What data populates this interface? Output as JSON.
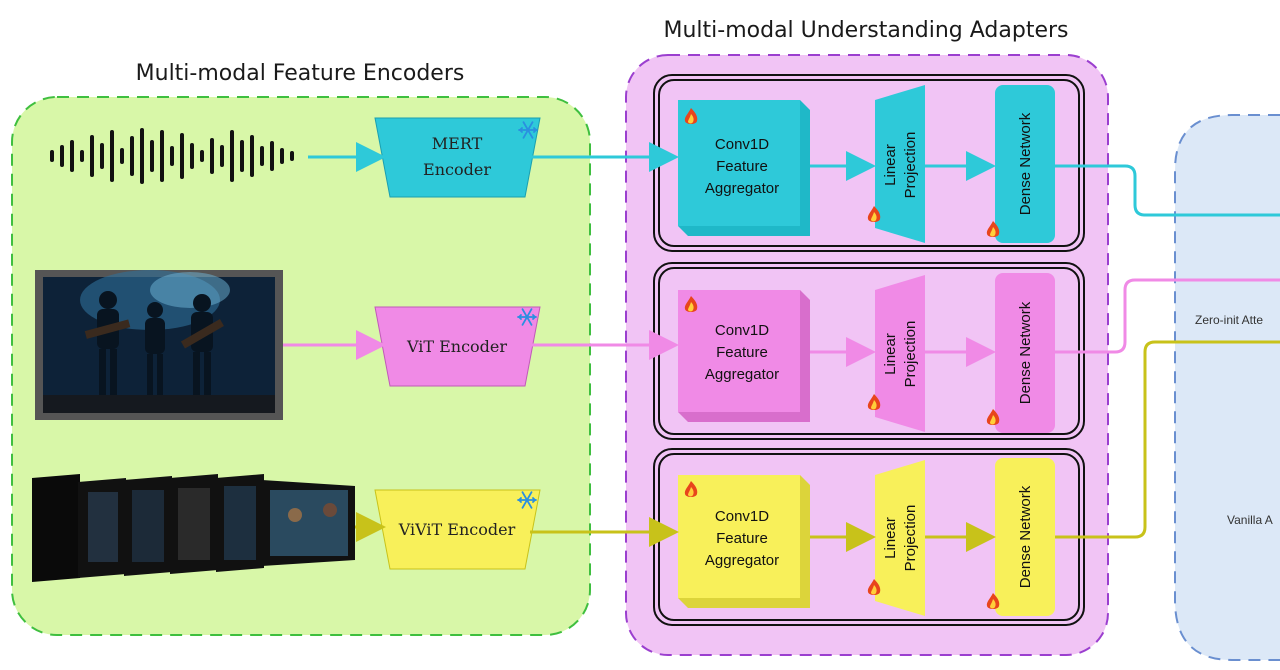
{
  "titles": {
    "encoders": "Multi-modal Feature Encoders",
    "adapters": "Multi-modal Understanding Adapters"
  },
  "encoders": [
    {
      "line1": "MERT",
      "line2": "Encoder",
      "icon": "snowflake-icon"
    },
    {
      "line1": "ViT Encoder",
      "line2": "",
      "icon": "snowflake-icon"
    },
    {
      "line1": "ViViT Encoder",
      "line2": "",
      "icon": "snowflake-icon"
    }
  ],
  "adapter_blocks": {
    "aggregator": [
      "Conv1D",
      "Feature",
      "Aggregator"
    ],
    "projection": [
      "Linear",
      "Projection"
    ],
    "dense": "Dense Network",
    "icon": "flame-icon"
  },
  "side_panel": {
    "label1": "Zero-init Atte",
    "label2": "Vanilla A"
  },
  "colors": {
    "audio": "#2ec9d9",
    "image": "#f08ae6",
    "video": "#c8c21a",
    "encoder_bg": "#d8f7a8",
    "adapter_bg": "#f1c4f5",
    "side_bg": "#dce8f7"
  }
}
